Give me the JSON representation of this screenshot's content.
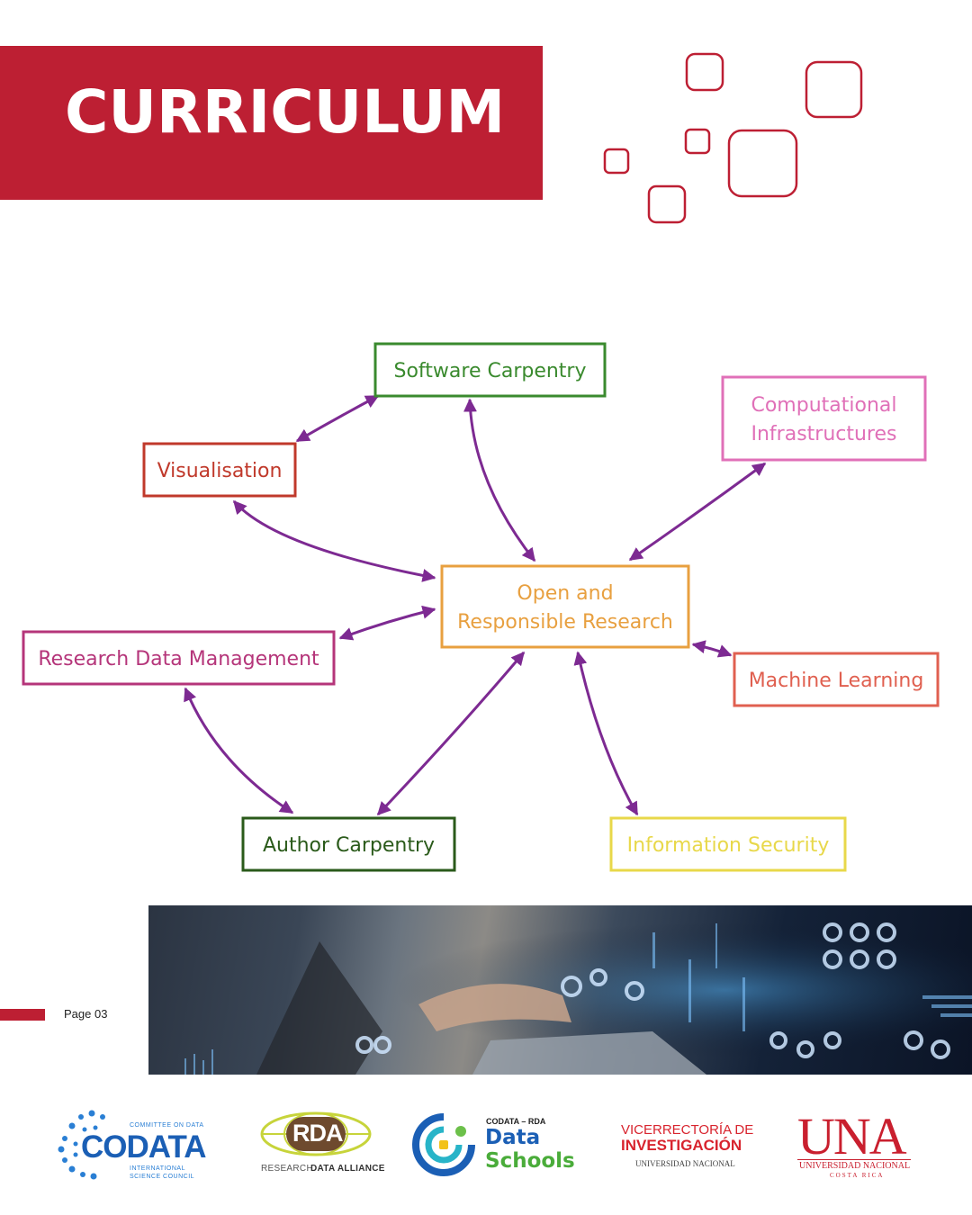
{
  "header": {
    "title": "CURRICULUM"
  },
  "diagram": {
    "nodes": [
      {
        "id": "software",
        "label": [
          "Software Carpentry"
        ],
        "color": "#3a8a2e"
      },
      {
        "id": "computational",
        "label": [
          "Computational",
          "Infrastructures"
        ],
        "color": "#e070b8"
      },
      {
        "id": "visualisation",
        "label": [
          "Visualisation"
        ],
        "color": "#c0392b"
      },
      {
        "id": "open",
        "label": [
          "Open and",
          "Responsible Research"
        ],
        "color": "#e8a040"
      },
      {
        "id": "rdm",
        "label": [
          "Research Data Management"
        ],
        "color": "#b5357a"
      },
      {
        "id": "ml",
        "label": [
          "Machine Learning"
        ],
        "color": "#e06050"
      },
      {
        "id": "author",
        "label": [
          "Author Carpentry"
        ],
        "color": "#2a5a1a"
      },
      {
        "id": "infosec",
        "label": [
          "Information Security"
        ],
        "color": "#e8d84a"
      }
    ],
    "edges": [
      [
        "visualisation",
        "software"
      ],
      [
        "software",
        "open"
      ],
      [
        "visualisation",
        "open"
      ],
      [
        "computational",
        "open"
      ],
      [
        "rdm",
        "open"
      ],
      [
        "open",
        "ml"
      ],
      [
        "rdm",
        "author"
      ],
      [
        "author",
        "open"
      ],
      [
        "open",
        "infosec"
      ]
    ],
    "arrow_color": "#7d2a92"
  },
  "footer": {
    "page_label": "Page 03"
  },
  "logos": {
    "codata": {
      "name": "CODATA",
      "line1": "COMMITTEE ON DATA",
      "line2": "INTERNATIONAL",
      "line3": "SCIENCE COUNCIL"
    },
    "rda": {
      "mark": "RDA",
      "line_left": "RESEARCH",
      "line_right": "DATA ALLIANCE"
    },
    "dataschools": {
      "top": "CODATA – RDA",
      "line1": "Data",
      "line2": "Schools"
    },
    "vicerrectoria": {
      "line1": "VICERRECTORÍA DE",
      "line2": "INVESTIGACIÓN",
      "line3": "UNIVERSIDAD NACIONAL"
    },
    "una": {
      "mark": "UNA",
      "line1": "UNIVERSIDAD NACIONAL",
      "line2": "COSTA RICA"
    }
  }
}
